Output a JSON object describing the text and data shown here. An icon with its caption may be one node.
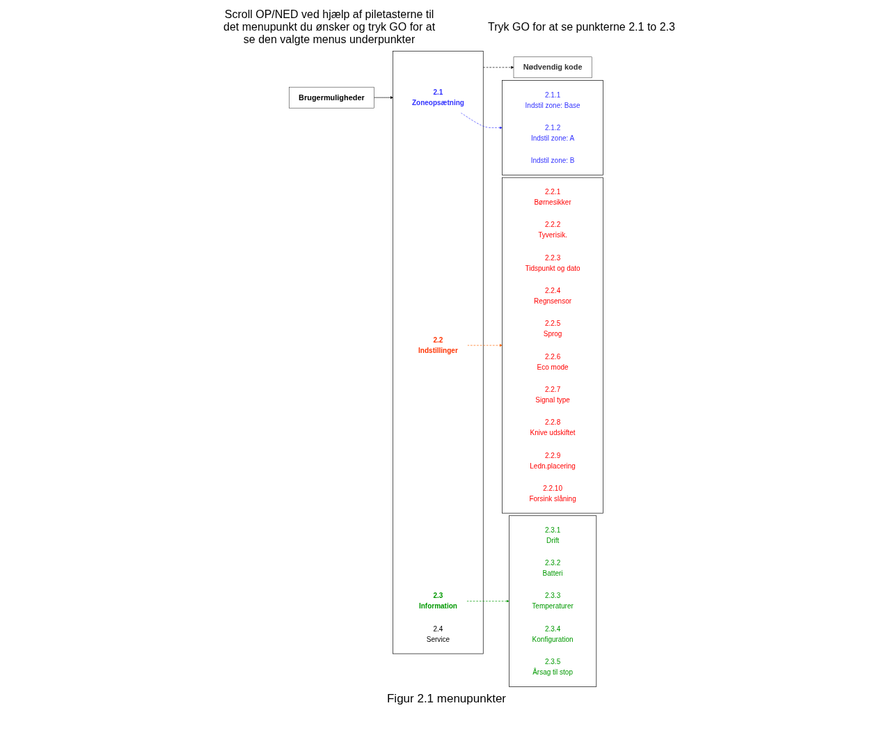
{
  "diagram": {
    "caption": "Figur 2.1 menupunkter",
    "nodes": [
      {
        "text": [
          "Brugermuligheder"
        ]
      },
      {
        "text": [],
        "shape": "box"
      },
      {
        "text": [
          "2.1",
          "Zoneopsætning"
        ],
        "in": 1
      },
      {
        "text": [
          "2.2",
          "Indstillinger"
        ],
        "in": 1
      },
      {
        "text": [
          "2.3",
          "Information"
        ],
        "in": 1
      },
      {
        "text": [
          "2.4",
          "Service"
        ],
        "in": 1
      },
      {
        "text": [
          "Nødvendig kode"
        ]
      },
      {
        "text": [],
        "shape": "box"
      },
      {
        "text": [
          "2.1.1",
          "Indstil zone: Base"
        ],
        "in": 7
      },
      {
        "text": [
          "2.1.2",
          "Indstil zone: A"
        ],
        "in": 7
      },
      {
        "text": [
          "Indstil zone: B"
        ],
        "in": 7
      },
      {
        "text": [],
        "shape": "box"
      },
      {
        "text": [
          "2.2.1",
          "Børnesikker"
        ],
        "in": 11
      },
      {
        "text": [
          "2.2.2",
          "Tyverisik."
        ],
        "in": 11
      },
      {
        "text": [
          "2.2.3",
          "Tidspunkt og dato"
        ],
        "in": 11
      },
      {
        "text": [
          "2.2.4",
          "Regnsensor"
        ],
        "in": 11
      },
      {
        "text": [
          "2.2.5",
          "Sprog"
        ],
        "in": 11
      },
      {
        "text": [
          "2.2.6",
          "Eco mode"
        ],
        "in": 11
      },
      {
        "text": [
          "2.2.7",
          "Signal type"
        ],
        "in": 11
      },
      {
        "text": [
          "2.2.8",
          "Knive udskiftet"
        ],
        "in": 11
      },
      {
        "text": [
          "2.2.9",
          "Ledn.placering"
        ],
        "in": 11
      },
      {
        "text": [
          "2.2.10",
          "Forsink slåning"
        ],
        "in": 11
      },
      {
        "text": [],
        "shape": "box"
      },
      {
        "text": [
          "2.3.1",
          "Drift"
        ],
        "in": 22
      },
      {
        "text": [
          "2.3.2",
          "Batteri"
        ],
        "in": 22
      },
      {
        "text": [
          "2.3.3",
          "Temperaturer"
        ],
        "in": 22
      },
      {
        "text": [
          "2.3.4",
          "Konfiguration"
        ],
        "in": 22
      },
      {
        "text": [
          "2.3.5",
          "Årsag til stop"
        ],
        "in": 22
      }
    ],
    "edges": [
      {
        "from": 0,
        "to": 1,
        "arrow": "to"
      },
      {
        "from": 1,
        "to": 6,
        "arrow": "to",
        "style": "dashed"
      },
      {
        "from": 2,
        "to": 7,
        "arrow": "to",
        "style": "dashed",
        "color": "#3333ff"
      },
      {
        "from": 3,
        "to": 11,
        "arrow": "to",
        "style": "dashed",
        "color": "#ff6600"
      },
      {
        "from": 4,
        "to": 22,
        "arrow": "to",
        "style": "dashed",
        "color": "#009900"
      }
    ],
    "labels": [
      "Scroll OP/NED ved hjælp af piletasterne til det menupunkt du ønsker og tryk GO for at se den valgte menus underpunkter",
      "Tryk GO for at se punkterne 2.1 to 2.3"
    ]
  }
}
